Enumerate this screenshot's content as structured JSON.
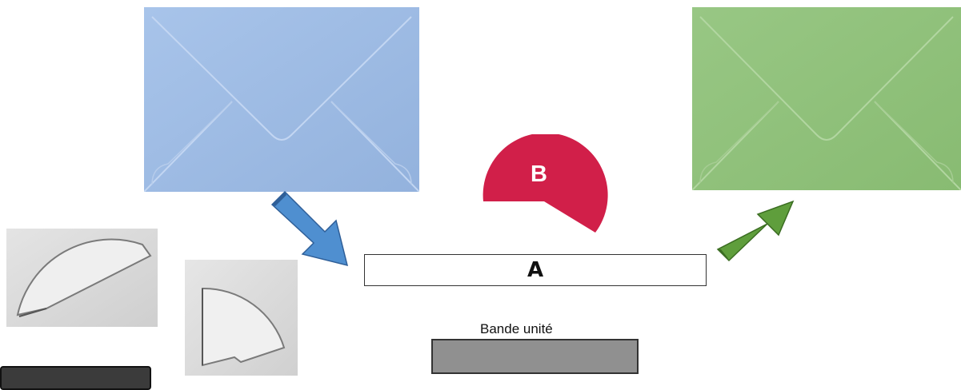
{
  "diagram": {
    "bande_a_label": "A",
    "piece_b_label": "B",
    "bande_unite_label": "Bande unité"
  },
  "colors": {
    "envelope_blue": "#a4bfe6",
    "envelope_green": "#92c27c",
    "arrow_blue": "#4f8fd0",
    "arrow_green": "#5f9e3c",
    "piece_b": "#d11f49",
    "bande_unite_fill": "#909090"
  },
  "icons": {
    "left_envelope": "envelope-icon",
    "right_envelope": "envelope-icon",
    "left_arrow": "arrow-down-right-icon",
    "right_arrow": "arrow-up-right-icon"
  }
}
